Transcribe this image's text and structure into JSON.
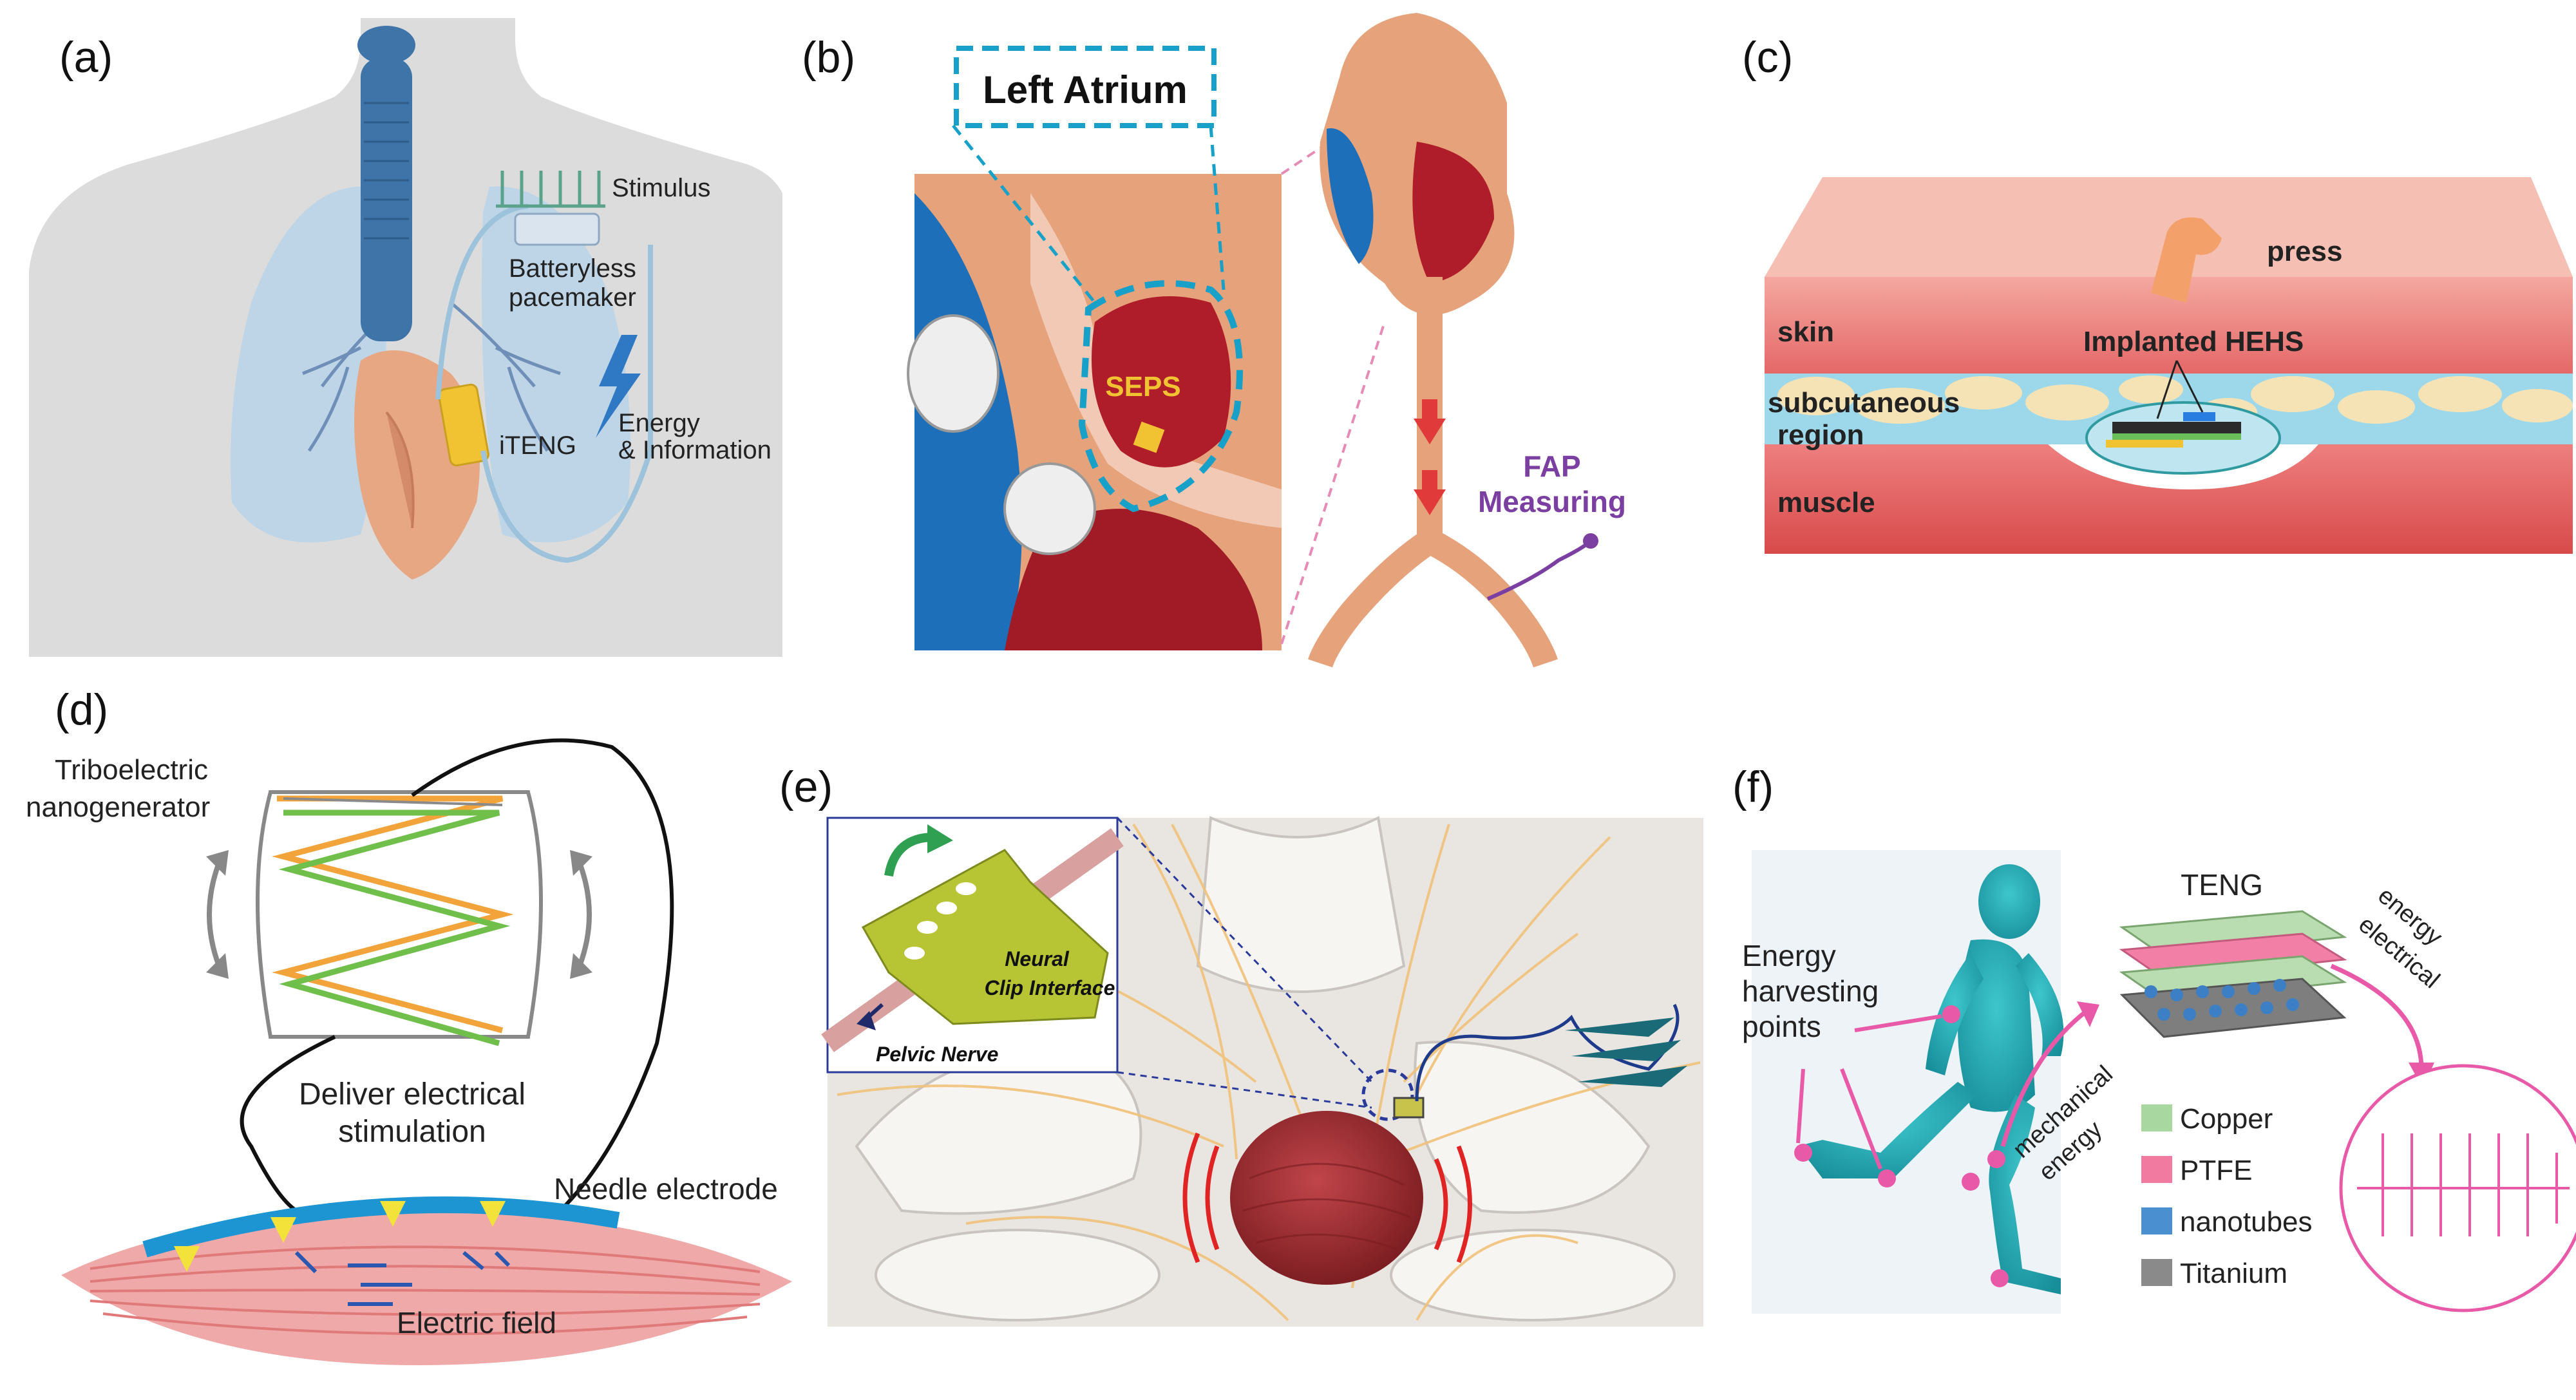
{
  "panels": {
    "a": {
      "label": "(a)",
      "stimulus": "Stimulus",
      "pacemaker": [
        "Batteryless",
        "pacemaker"
      ],
      "iteng": "iTENG",
      "energy": [
        "Energy",
        "& Information"
      ]
    },
    "b": {
      "label": "(b)",
      "left_atrium": "Left Atrium",
      "seps": "SEPS",
      "fap": [
        "FAP",
        "Measuring"
      ]
    },
    "c": {
      "label": "(c)",
      "press": "press",
      "skin": "skin",
      "implanted": "Implanted HEHS",
      "subcutaneous": [
        "subcutaneous",
        "region"
      ],
      "muscle": "muscle"
    },
    "d": {
      "label": "(d)",
      "teng": [
        "Triboelectric",
        "nanogenerator"
      ],
      "deliver": [
        "Deliver electrical",
        "stimulation"
      ],
      "needle": "Needle electrode",
      "field": "Electric field"
    },
    "e": {
      "label": "(e)",
      "neural": [
        "Neural",
        "Clip Interface"
      ],
      "pelvic": "Pelvic Nerve"
    },
    "f": {
      "label": "(f)",
      "teng": "TENG",
      "harvest": [
        "Energy",
        "harvesting",
        "points"
      ],
      "mechanical": [
        "mechanical",
        "energy"
      ],
      "electrical": [
        "electrical",
        "energy"
      ],
      "legend": [
        {
          "name": "Copper",
          "color": "#a8d8a0"
        },
        {
          "name": "PTFE",
          "color": "#f07aa0"
        },
        {
          "name": "nanotubes",
          "color": "#4a90d0"
        },
        {
          "name": "Titanium",
          "color": "#8a8a8a"
        }
      ]
    }
  }
}
